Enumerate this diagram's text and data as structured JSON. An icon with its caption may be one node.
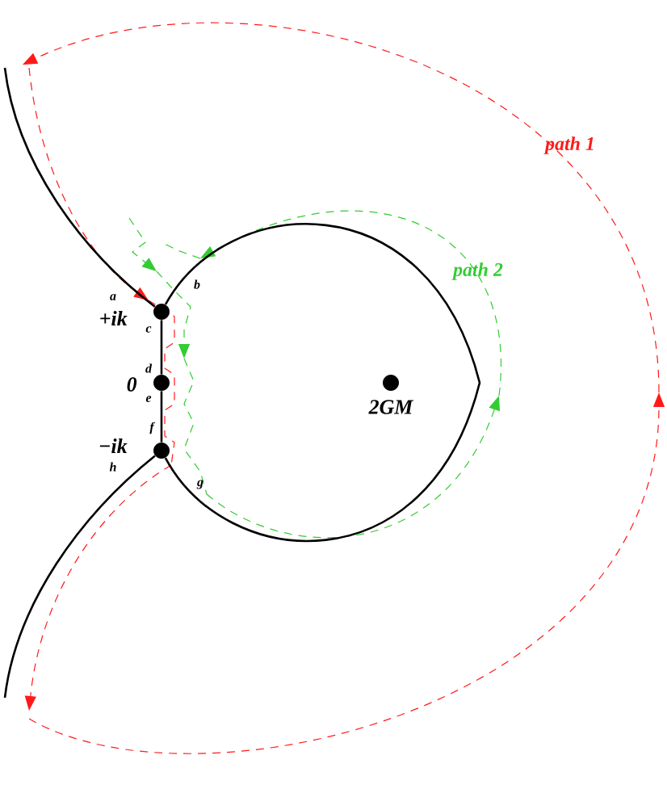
{
  "diagram": {
    "nodes": [
      {
        "text": [],
        "shape": "circle",
        "beside": [
          "+ik"
        ]
      },
      {
        "text": [],
        "shape": "circle",
        "beside": [
          "0"
        ]
      },
      {
        "text": [],
        "shape": "circle",
        "beside": [
          "−ik"
        ]
      },
      {
        "text": [],
        "shape": "circle",
        "beside": [
          "2GM"
        ]
      }
    ],
    "edges": [
      {
        "from": null,
        "to": 0,
        "arrow": "none"
      },
      {
        "from": 0,
        "to": 1,
        "arrow": "none"
      },
      {
        "from": 1,
        "to": 2,
        "arrow": "none"
      },
      {
        "from": 0,
        "to": 2,
        "arrow": "none"
      },
      {
        "from": 2,
        "to": null,
        "arrow": "none"
      }
    ],
    "labels": [
      "path 1",
      "path 2",
      "b",
      "a",
      "c",
      "d",
      "e",
      "f",
      "h",
      "g"
    ]
  }
}
